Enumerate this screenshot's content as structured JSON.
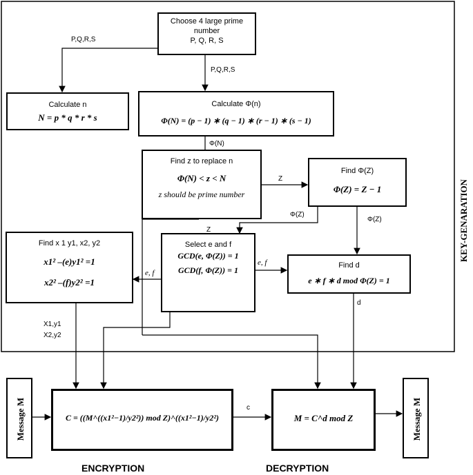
{
  "key_generation_label": "KEY-GENARATION",
  "boxes": {
    "choose_primes": {
      "line1": "Choose 4 large prime",
      "line2": "number",
      "line3": "P, Q, R, S"
    },
    "calc_n": {
      "title": "Calculate n",
      "formula": "N = p * q * r * s"
    },
    "calc_phi_n": {
      "title": "Calculate Φ(n)",
      "formula": "Φ(N) =  (p − 1) ∗ (q − 1) ∗ (r − 1) ∗ (s − 1)"
    },
    "find_z": {
      "title": "Find z  to replace n",
      "formula": "Φ(N) < z < N",
      "note": "z should be prime number"
    },
    "find_phi_z": {
      "title": "Find Φ(Z)",
      "formula": "Φ(Z) = Z − 1"
    },
    "find_xy": {
      "title": "Find x 1 y1, x2, y2",
      "eq1": "x1² –(e)y1² =1",
      "eq2": "x2² –(f)y2² =1"
    },
    "select_ef": {
      "title": "Select e and f",
      "eq1": "GCD(e, Φ(Z)) = 1",
      "eq2": "GCD(f, Φ(Z)) = 1"
    },
    "find_d": {
      "title": "Find  d",
      "formula": "e ∗ f ∗ d mod Φ(Z) = 1"
    },
    "message_in": {
      "text": "Message M"
    },
    "encryption": {
      "formula": "C = ((M^((x1²−1)/y2²)) mod Z)^((x1²−1)/y2²)"
    },
    "decryption": {
      "formula": "M = C^d  mod Z"
    },
    "message_out": {
      "text": "Message M"
    }
  },
  "edge_labels": {
    "pqrs_left": "P,Q,R,S",
    "pqrs_down": "P,Q,R,S",
    "phi_n": "Φ(N)",
    "z_right": "Z",
    "phi_z_left": "Φ(Z)",
    "phi_z_right": "Φ(Z)",
    "z_down": "Z",
    "ef_left": "e, f",
    "ef_right": "e, f",
    "d_down": "d",
    "x1y1": "X1,y1",
    "x2y2": "X2,y2",
    "c": "c"
  },
  "bottom_labels": {
    "encryption": "ENCRYPTION",
    "decryption": "DECRYPTION"
  }
}
